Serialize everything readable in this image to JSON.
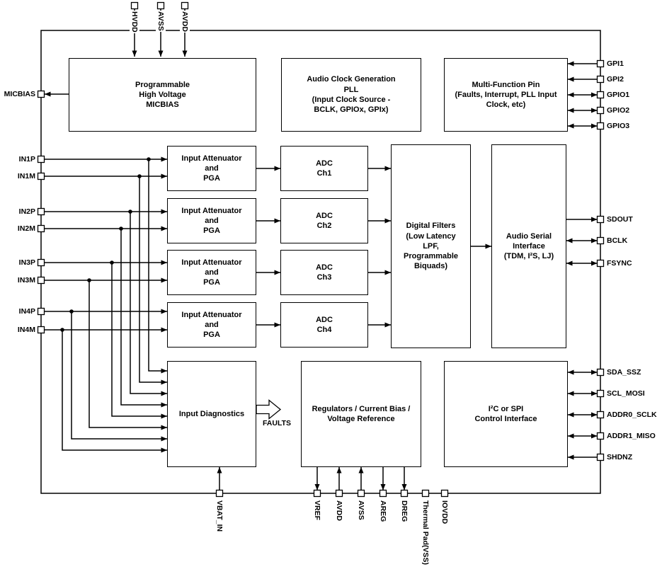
{
  "blocks": {
    "micbias": "Programmable\nHigh Voltage\nMICBIAS",
    "pll": "Audio Clock Generation\nPLL\n(Input Clock Source -\nBCLK, GPIOx, GPIx)",
    "mfp": "Multi-Function Pin\n(Faults, Interrupt, PLL Input\nClock, etc)",
    "pga": "Input Attenuator\nand\nPGA",
    "adc1": "ADC\nCh1",
    "adc2": "ADC\nCh2",
    "adc3": "ADC\nCh3",
    "adc4": "ADC\nCh4",
    "filters": "Digital Filters\n(Low Latency\nLPF,\nProgrammable\nBiquads)",
    "asi": "Audio Serial\nInterface\n(TDM, I²S, LJ)",
    "diag": "Input Diagnostics",
    "reg": "Regulators / Current Bias /\nVoltage Reference",
    "i2c": "I²C or SPI\nControl Interface"
  },
  "pins": {
    "top": [
      "HVDD",
      "AVSS",
      "AVDD"
    ],
    "left": [
      "MICBIAS",
      "IN1P",
      "IN1M",
      "IN2P",
      "IN2M",
      "IN3P",
      "IN3M",
      "IN4P",
      "IN4M"
    ],
    "right": [
      "GPI1",
      "GPI2",
      "GPIO1",
      "GPIO2",
      "GPIO3",
      "SDOUT",
      "BCLK",
      "FSYNC",
      "SDA_SSZ",
      "SCL_MOSI",
      "ADDR0_SCLK",
      "ADDR1_MISO",
      "SHDNZ"
    ],
    "bottom": [
      "VBAT_IN",
      "VREF",
      "AVDD",
      "AVSS",
      "AREG",
      "DREG",
      "Thermal Pad(VSS)",
      "IOVDD"
    ]
  },
  "annotations": {
    "faults": "FAULTS"
  },
  "colors": {
    "line": "#000000",
    "background": "#ffffff",
    "block_fill": "#ffffff"
  }
}
